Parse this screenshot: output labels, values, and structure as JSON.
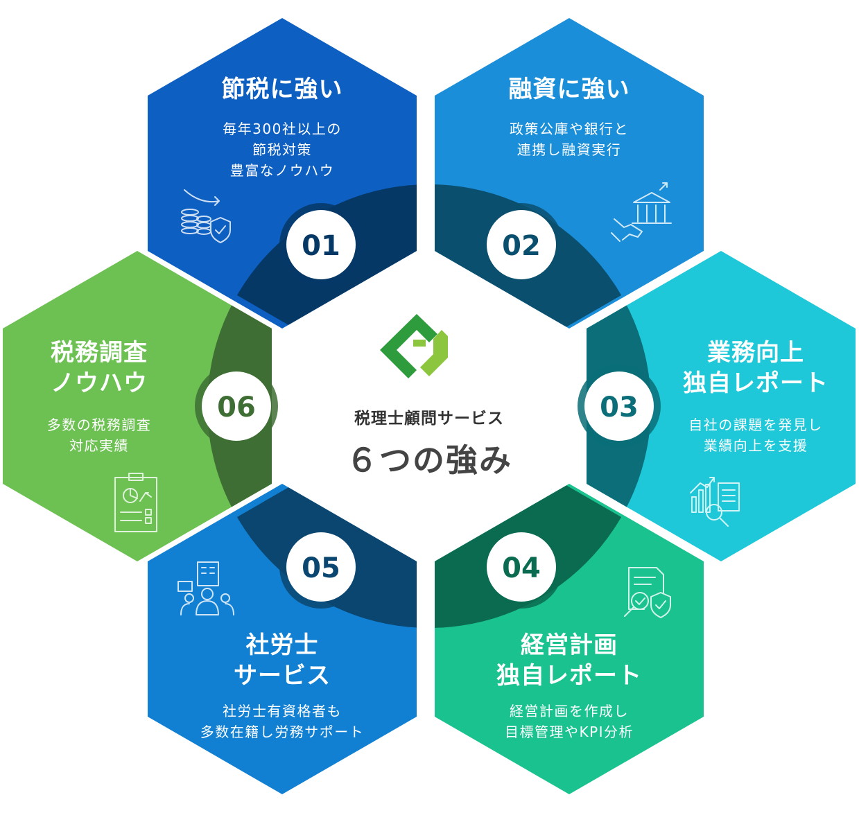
{
  "center": {
    "subtitle": "税理士顧問サービス",
    "title": "６つの強み"
  },
  "items": [
    {
      "number": "01",
      "title": [
        "節税に強い"
      ],
      "description": [
        "毎年300社以上の",
        "節税対策",
        "豊富なノウハウ"
      ],
      "color": "#0d5fc2",
      "ring_color": "#063866",
      "icon": "coins-shield-icon"
    },
    {
      "number": "02",
      "title": [
        "融資に強い"
      ],
      "description": [
        "政策公庫や銀行と",
        "連携し融資実行"
      ],
      "color": "#1a8ed8",
      "ring_color": "#0b4f6e",
      "icon": "bank-handshake-icon"
    },
    {
      "number": "03",
      "title": [
        "業務向上",
        "独自レポート"
      ],
      "description": [
        "自社の課題を発見し",
        "業績向上を支援"
      ],
      "color": "#1ec8d8",
      "ring_color": "#0b6e78",
      "icon": "analytics-report-icon"
    },
    {
      "number": "04",
      "title": [
        "経営計画",
        "独自レポート"
      ],
      "description": [
        "経営計画を作成し",
        "目標管理やKPI分析"
      ],
      "color": "#19c28e",
      "ring_color": "#0b6b50",
      "icon": "document-check-icon"
    },
    {
      "number": "05",
      "title": [
        "社労士",
        "サービス"
      ],
      "description": [
        "社労士有資格者も",
        "多数在籍し労務サポート"
      ],
      "color": "#1180d3",
      "ring_color": "#0a4670",
      "icon": "staff-building-icon"
    },
    {
      "number": "06",
      "title": [
        "税務調査",
        "ノウハウ"
      ],
      "description": [
        "多数の税務調査",
        "対応実績"
      ],
      "color": "#6cc152",
      "ring_color": "#3e6e34",
      "icon": "clipboard-chart-icon"
    }
  ],
  "logo": {
    "colors": [
      "#2e9b3c",
      "#8cc63f"
    ]
  }
}
